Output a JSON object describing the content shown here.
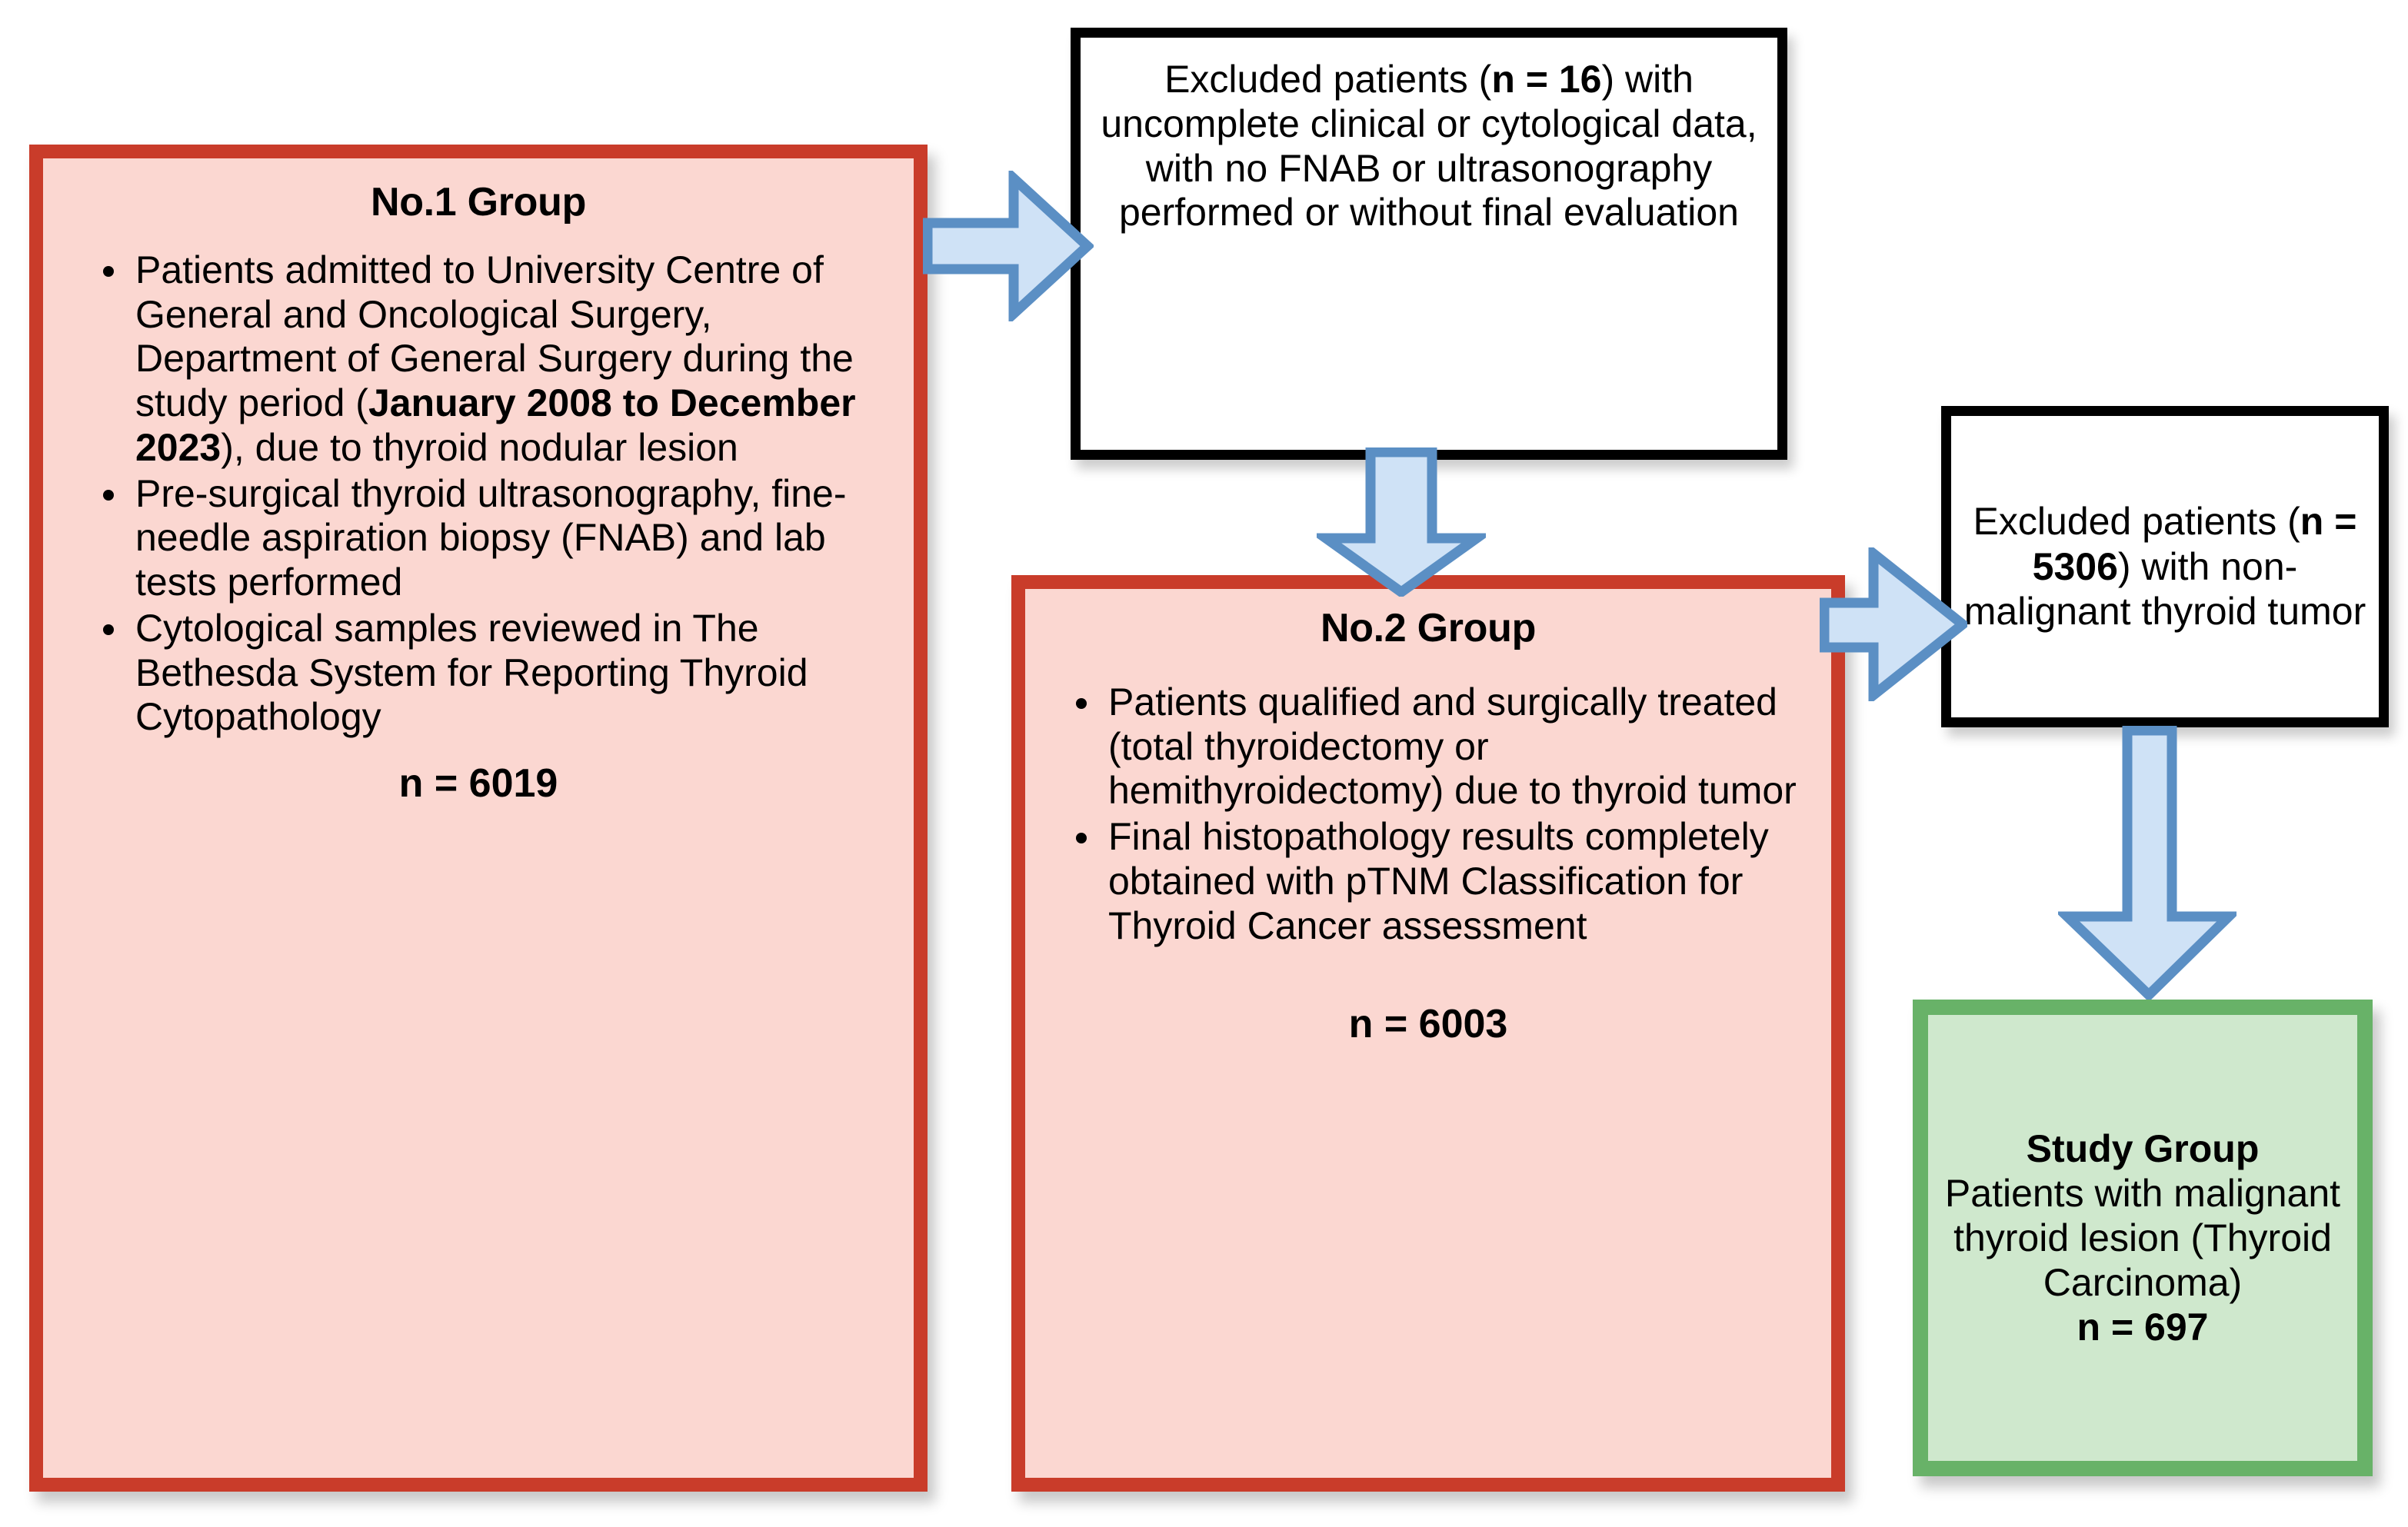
{
  "diagram": {
    "type": "patient-selection-flowchart",
    "colors": {
      "group_border": "#c93c2a",
      "group_fill": "#fbd7d1",
      "excluded_border": "#000000",
      "excluded_fill": "#ffffff",
      "study_border": "#68b268",
      "study_fill": "#cfe8cd",
      "arrow_fill": "#cfe2f6",
      "arrow_stroke": "#5b8fc4"
    },
    "nodes": {
      "group1": {
        "title": "No.1 Group",
        "bullets": [
          "Patients admitted to University Centre of General and Oncological Surgery, Department of General Surgery during the study period (January 2008 to December 2023), due to thyroid nodular lesion",
          "Pre-surgical thyroid ultrasonography, fine-needle aspiration biopsy (FNAB) and lab tests performed",
          "Cytological samples reviewed in The Bethesda System for Reporting Thyroid Cytopathology"
        ],
        "bullet1_part_a": "Patients admitted to University Centre of General and Oncological Surgery, Department of General Surgery during the study period (",
        "bullet1_bold": "January 2008 to December 2023",
        "bullet1_part_b": "), due to thyroid nodular lesion",
        "bullet2": "Pre-surgical thyroid ultrasonography, fine-needle aspiration biopsy (FNAB) and lab tests performed",
        "bullet3": "Cytological samples reviewed in The Bethesda System for Reporting Thyroid Cytopathology",
        "n_label": "n = 6019",
        "n_value": 6019
      },
      "excluded1": {
        "text_part_a": "Excluded patients (",
        "text_bold": "n = 16",
        "text_part_b": ") with uncomplete clinical or cytological data, with no FNAB or ultrasonography performed  or without final evaluation",
        "full_text": "Excluded patients (n = 16) with uncomplete clinical or cytological data, with no FNAB or ultrasonography performed  or without final evaluation",
        "n_value": 16
      },
      "group2": {
        "title": "No.2 Group",
        "bullets": [
          "Patients qualified and surgically treated (total thyroidectomy or hemithyroidectomy) due to thyroid tumor",
          "Final histopathology results completely obtained with pTNM Classification for Thyroid Cancer assessment"
        ],
        "bullet1": "Patients qualified and surgically treated (total thyroidectomy or hemithyroidectomy) due to thyroid tumor",
        "bullet2": "Final histopathology results completely obtained with pTNM Classification for Thyroid Cancer assessment",
        "n_label": "n = 6003",
        "n_value": 6003
      },
      "excluded2": {
        "text_part_a": "Excluded patients (",
        "text_bold": "n = 5306",
        "text_part_b": ") with non-malignant thyroid tumor",
        "full_text": "Excluded patients (n = 5306) with non-malignant thyroid tumor",
        "n_value": 5306
      },
      "study_group": {
        "title": "Study Group",
        "description": "Patients with malignant thyroid lesion (Thyroid Carcinoma)",
        "n_label": "n = 697",
        "n_value": 697
      }
    },
    "arrows": [
      {
        "name": "group1-to-excluded1",
        "direction": "right"
      },
      {
        "name": "excluded1-to-group2",
        "direction": "down"
      },
      {
        "name": "group2-to-excluded2",
        "direction": "right"
      },
      {
        "name": "excluded2-to-study-group",
        "direction": "down"
      }
    ]
  }
}
